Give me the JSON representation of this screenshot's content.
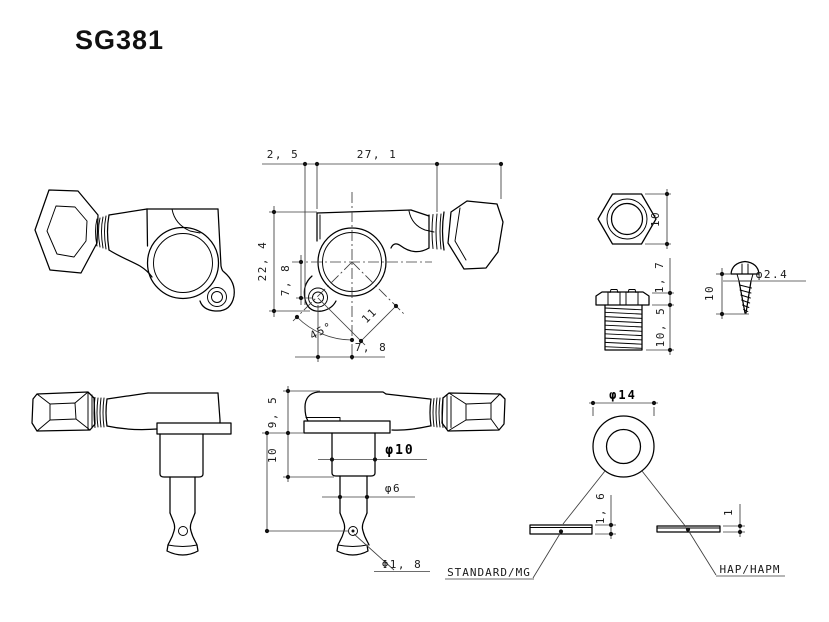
{
  "title": "SG381",
  "front_view": {
    "dim_plate_offset": "2, 5",
    "dim_overall_width": "27, 1",
    "dim_overall_height": "22, 4",
    "dim_hole_drop": "7, 8",
    "dim_hole_angle": "45°",
    "dim_hole_distance": "11",
    "dim_hole_offset_x": "7, 8"
  },
  "hex_nut": {
    "dim_across_flats": "10"
  },
  "bushing": {
    "dim_flange_height": "1, 7",
    "dim_thread_length": "10, 5"
  },
  "screw": {
    "dim_diameter": "φ2.4",
    "dim_length": "10"
  },
  "side_view": {
    "dim_housing_height": "9, 5",
    "dim_boss_length": "10",
    "dim_boss_diameter": "φ10",
    "dim_post_diameter": "φ6",
    "dim_string_hole": "Φ1, 8"
  },
  "washer": {
    "dim_diameter": "φ14",
    "dim_thickness_standard": "1, 6",
    "dim_thickness_hap": "1",
    "label_standard": "STANDARD/MG",
    "label_hap": "HAP/HAPM"
  }
}
